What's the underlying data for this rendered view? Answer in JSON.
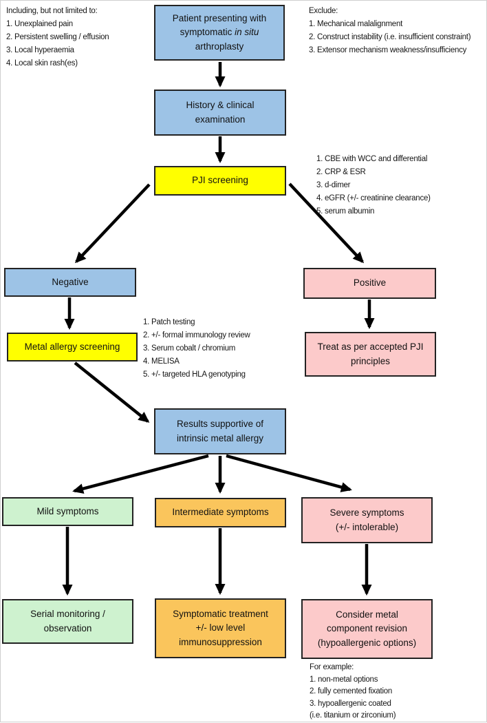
{
  "colors": {
    "blue": "#9dc3e6",
    "yellow": "#ffff00",
    "pink": "#fccaca",
    "green": "#cef2cf",
    "orange": "#fac55c",
    "border": "#222222",
    "arrow": "#000000"
  },
  "nodes": {
    "patient": {
      "part1": "Patient presenting with\nsymptomatic ",
      "part2_italic": "in situ",
      "part3": "\narthroplasty"
    },
    "history": {
      "label": "History & clinical\nexamination"
    },
    "pji_screening": {
      "label": "PJI screening"
    },
    "negative": {
      "label": "Negative"
    },
    "positive": {
      "label": "Positive"
    },
    "metal_allergy_screening": {
      "label": "Metal allergy screening"
    },
    "treat_pji": {
      "label": "Treat as per accepted PJI\nprinciples"
    },
    "results": {
      "label": "Results supportive of\nintrinsic metal allergy"
    },
    "mild": {
      "label": "Mild symptoms"
    },
    "intermediate": {
      "label": "Intermediate symptoms"
    },
    "severe": {
      "label": "Severe symptoms\n(+/- intolerable)"
    },
    "serial_monitoring": {
      "label": "Serial monitoring /\nobservation"
    },
    "symptomatic_treatment": {
      "label": "Symptomatic treatment\n+/- low level\nimmunosuppression"
    },
    "consider_revision": {
      "label": "Consider metal\ncomponent revision\n(hypoallergenic options)"
    }
  },
  "annotations": {
    "including": {
      "lines": [
        "Including, but not limited to:",
        "1. Unexplained pain",
        "2. Persistent swelling / effusion",
        "3. Local hyperaemia",
        "4. Local skin rash(es)"
      ]
    },
    "exclude": {
      "lines": [
        "Exclude:",
        "1. Mechanical malalignment",
        "2. Construct instability (i.e. insufficient constraint)",
        "3. Extensor mechanism weakness/insufficiency"
      ]
    },
    "pji_tests": {
      "lines": [
        "1. CBE with WCC and differential",
        "2. CRP & ESR",
        "3. d-dimer",
        "4. eGFR (+/- creatinine clearance)",
        "5. serum albumin"
      ]
    },
    "metal_allergy_tests": {
      "lines": [
        "1. Patch testing",
        "2. +/- formal immunology review",
        "3. Serum cobalt / chromium",
        "4. MELISA",
        "5. +/- targeted HLA genotyping"
      ]
    },
    "revision_examples": {
      "lines": [
        "For example:",
        "1. non-metal options",
        "2. fully cemented fixation",
        "3. hypoallergenic coated",
        "(i.e. titanium or zirconium)"
      ]
    }
  }
}
